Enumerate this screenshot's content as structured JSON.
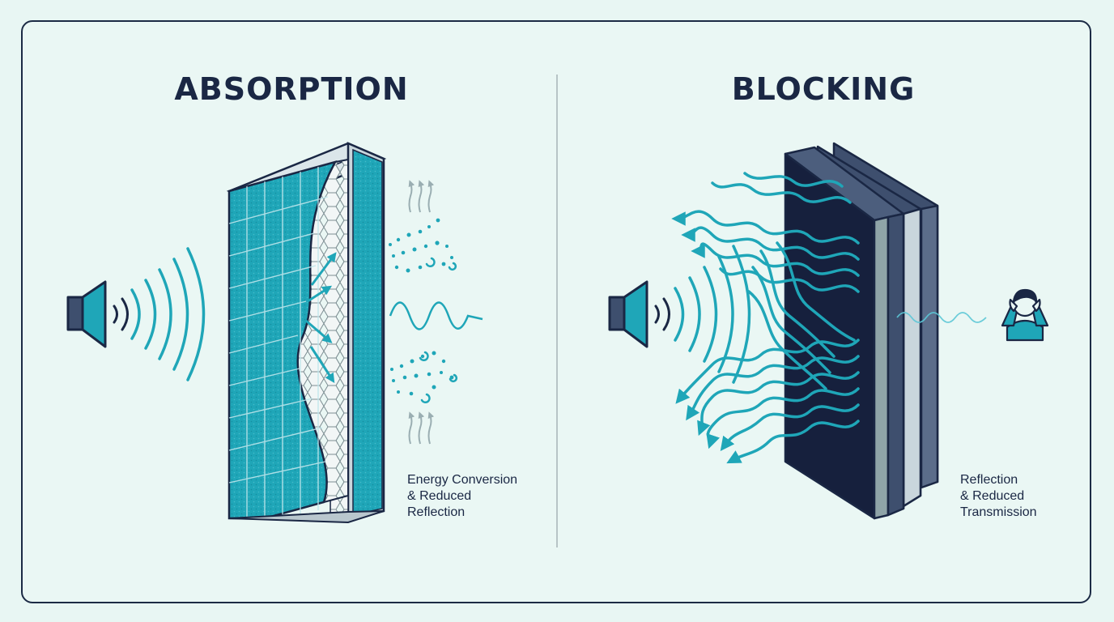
{
  "panels": {
    "absorption": {
      "title": "ABSORPTION",
      "caption": [
        "Energy Conversion",
        "& Reduced",
        "Reflection"
      ]
    },
    "blocking": {
      "title": "BLOCKING",
      "caption": [
        "Reflection",
        "& Reduced",
        "Transmission"
      ]
    }
  },
  "colors": {
    "navy": "#1a2744",
    "teal": "#1fa6b8",
    "teal_light": "#5cc7d6",
    "panel_dark": "#16203d",
    "panel_mid": "#3e4f6e",
    "gray": "#8fa4a8"
  },
  "icons": {
    "speaker_left": "speaker-icon",
    "speaker_right": "speaker-icon",
    "listener": "person-covering-ears-icon"
  }
}
